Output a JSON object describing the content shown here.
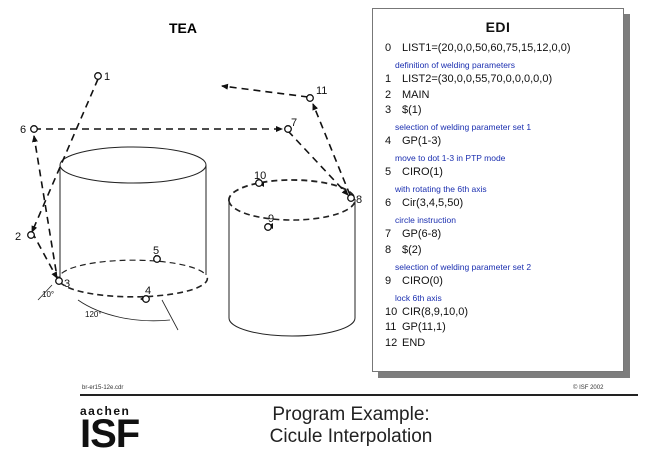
{
  "diagram": {
    "title": "TEA",
    "points": [
      "1",
      "2",
      "3",
      "4",
      "5",
      "6",
      "7",
      "8",
      "9",
      "10",
      "11"
    ],
    "angles": [
      "10°",
      "120°"
    ]
  },
  "edi": {
    "title": "EDI",
    "lines": [
      {
        "num": "0",
        "code": "LIST1=(20,0,0,50,60,75,15,12,0,0)",
        "comment": "definition of welding parameters"
      },
      {
        "num": "1",
        "code": "LIST2=(30,0,0,55,70,0,0,0,0,0)",
        "comment": ""
      },
      {
        "num": "2",
        "code": "MAIN",
        "comment": ""
      },
      {
        "num": "3",
        "code": "$(1)",
        "comment": "selection of welding parameter set 1"
      },
      {
        "num": "4",
        "code": "GP(1-3)",
        "comment": "move to dot 1-3 in PTP mode"
      },
      {
        "num": "5",
        "code": "CIRO(1)",
        "comment": "with rotating the 6th axis"
      },
      {
        "num": "6",
        "code": "Cir(3,4,5,50)",
        "comment": "circle instruction"
      },
      {
        "num": "7",
        "code": "GP(6-8)",
        "comment": ""
      },
      {
        "num": "8",
        "code": "$(2)",
        "comment": "selection of welding parameter set 2"
      },
      {
        "num": "9",
        "code": "CIRO(0)",
        "comment": "lock 6th axis"
      },
      {
        "num": "10",
        "code": "CIR(8,9,10,0)",
        "comment": ""
      },
      {
        "num": "11",
        "code": "GP(11,1)",
        "comment": ""
      },
      {
        "num": "12",
        "code": "END",
        "comment": ""
      }
    ]
  },
  "footer": {
    "file": "br-er15-12e.cdr",
    "copyright": "© ISF 2002",
    "logo_top": "aachen",
    "logo_main": "ISF",
    "title_line1": "Program Example:",
    "title_line2": "Cicule Interpolation"
  }
}
